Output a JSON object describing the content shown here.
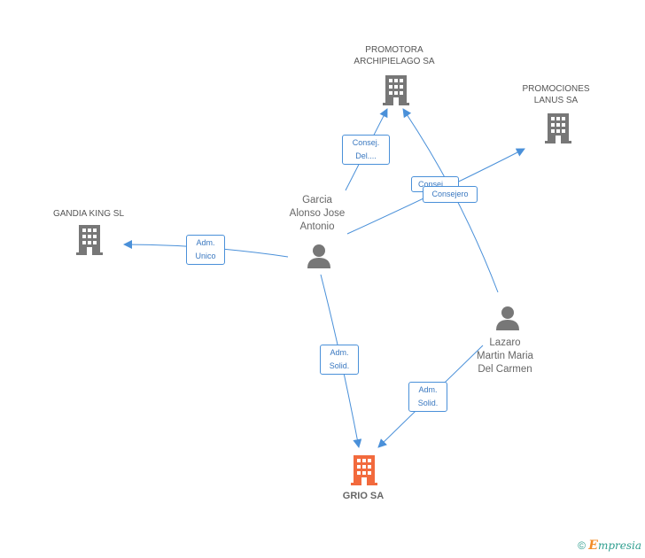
{
  "nodes": {
    "promotora": {
      "label": "PROMOTORA\nARCHIPIELAGO SA"
    },
    "promociones": {
      "label": "PROMOCIONES\nLANUS SA"
    },
    "gandia": {
      "label": "GANDIA KING SL"
    },
    "garcia": {
      "label": "Garcia\nAlonso Jose\nAntonio"
    },
    "lazaro": {
      "label": "Lazaro\nMartin Maria\nDel Carmen"
    },
    "grio": {
      "label": "GRIO SA"
    }
  },
  "edges": {
    "garcia_promotora": "Consej.\nDel....",
    "garcia_gandia": "Adm.\nUnico",
    "garcia_promociones": "Consej....",
    "lazaro_promotora": "Consejero",
    "garcia_grio": "Adm.\nSolid.",
    "lazaro_grio": "Adm.\nSolid."
  },
  "footer": {
    "copyright": "©",
    "brand_first": "E",
    "brand_rest": "mpresia"
  },
  "colors": {
    "edge": "#4a90d9",
    "company": "#777777",
    "main_company": "#f26a3d",
    "person": "#777777"
  }
}
